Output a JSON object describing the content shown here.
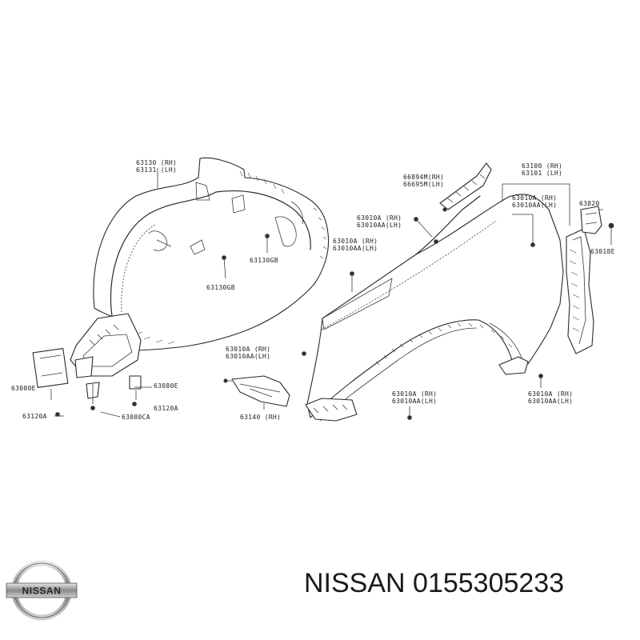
{
  "callouts": {
    "l63130": "63130 (RH)",
    "l63131": "63131 (LH)",
    "l63130gb_a": "63130GB",
    "l63130gb_b": "63130GB",
    "l66894m": "66894M(RH)",
    "l66695m": "66695M(LH)",
    "l63100": "63100 (RH)",
    "l63101": "63101 (LH)",
    "l63010a_1": "63010A (RH)",
    "l63010aa_1": "63010AA(LH)",
    "l63010a_2": "63010A (RH)",
    "l63010aa_2": "63010AA(LH)",
    "l63010a_3": "63010A (RH)",
    "l63010aa_3": "63010AA(LH)",
    "l63010a_4": "63010A (RH)",
    "l63010aa_4": "63010AA(LH)",
    "l63010a_5": "63010A  (RH)",
    "l63010aa_5": "63010AA(LH)",
    "l63010a_6": "63010A  (RH)",
    "l63010aa_6": "63010AA(LH)",
    "l63820": "63820",
    "l63018e": "63018E",
    "l63080e_a": "63080E",
    "l63080e_b": "63080E",
    "l63120a_a": "63120A",
    "l63120a_b": "63120A",
    "l63080ca": "63080CA",
    "l63140": "63140 (RH)"
  },
  "brand": {
    "logo_text": "NISSAN",
    "caption": "NISSAN 0155305233"
  }
}
